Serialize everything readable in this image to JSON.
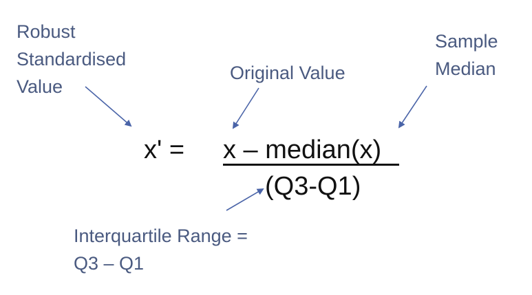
{
  "annotations": {
    "robust_value": [
      "Robust",
      "Standardised",
      "Value"
    ],
    "original_value": "Original Value",
    "sample_median": [
      "Sample",
      "Median"
    ],
    "iqr": [
      "Interquartile Range =",
      "Q3 – Q1"
    ]
  },
  "formula": {
    "lhs": "x' =",
    "numerator": "x – median(x)",
    "denominator": "(Q3-Q1)"
  },
  "colors": {
    "annotation_text": "#4a5a80",
    "arrow": "#4a64a8",
    "formula_text": "#111111",
    "background": "#ffffff"
  }
}
